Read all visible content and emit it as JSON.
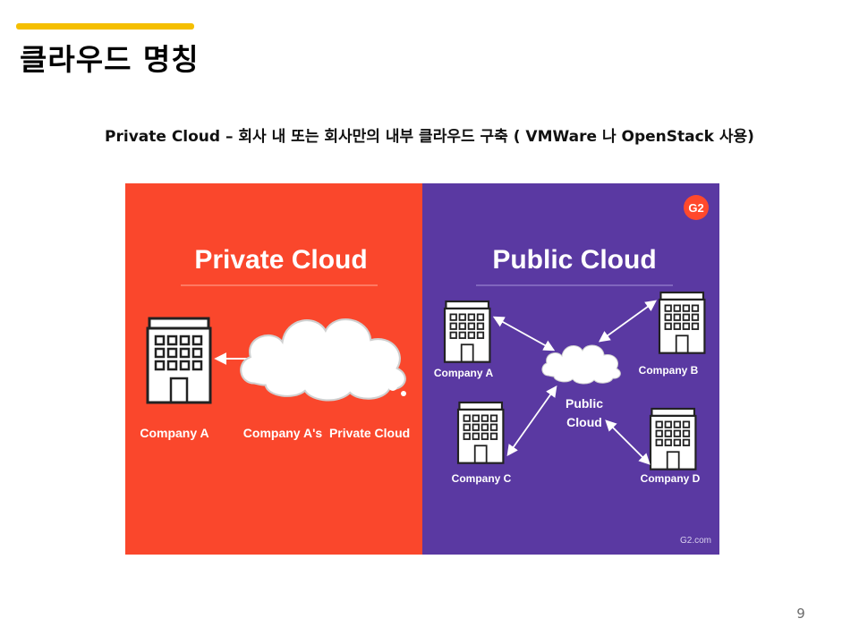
{
  "slide": {
    "title": "클라우드 명칭",
    "subtitle": "Private Cloud – 회사 내 또는 회사만의 내부 클라우드 구축 ( VMWare 나 OpenStack 사용)",
    "page_number": "9"
  },
  "colors": {
    "accent": "#f5bf00",
    "private_panel": "#fa472c",
    "public_panel": "#5a39a2",
    "logo": "#ff492c"
  },
  "figure": {
    "private": {
      "heading": "Private Cloud",
      "company_label": "Company A",
      "cloud_label": "Company A's  Private Cloud"
    },
    "public": {
      "heading": "Public Cloud",
      "cloud_label_line1": "Public",
      "cloud_label_line2": "Cloud",
      "companies": [
        "Company A",
        "Company B",
        "Company C",
        "Company D"
      ]
    },
    "logo_text": "G2",
    "source": "G2.com"
  }
}
